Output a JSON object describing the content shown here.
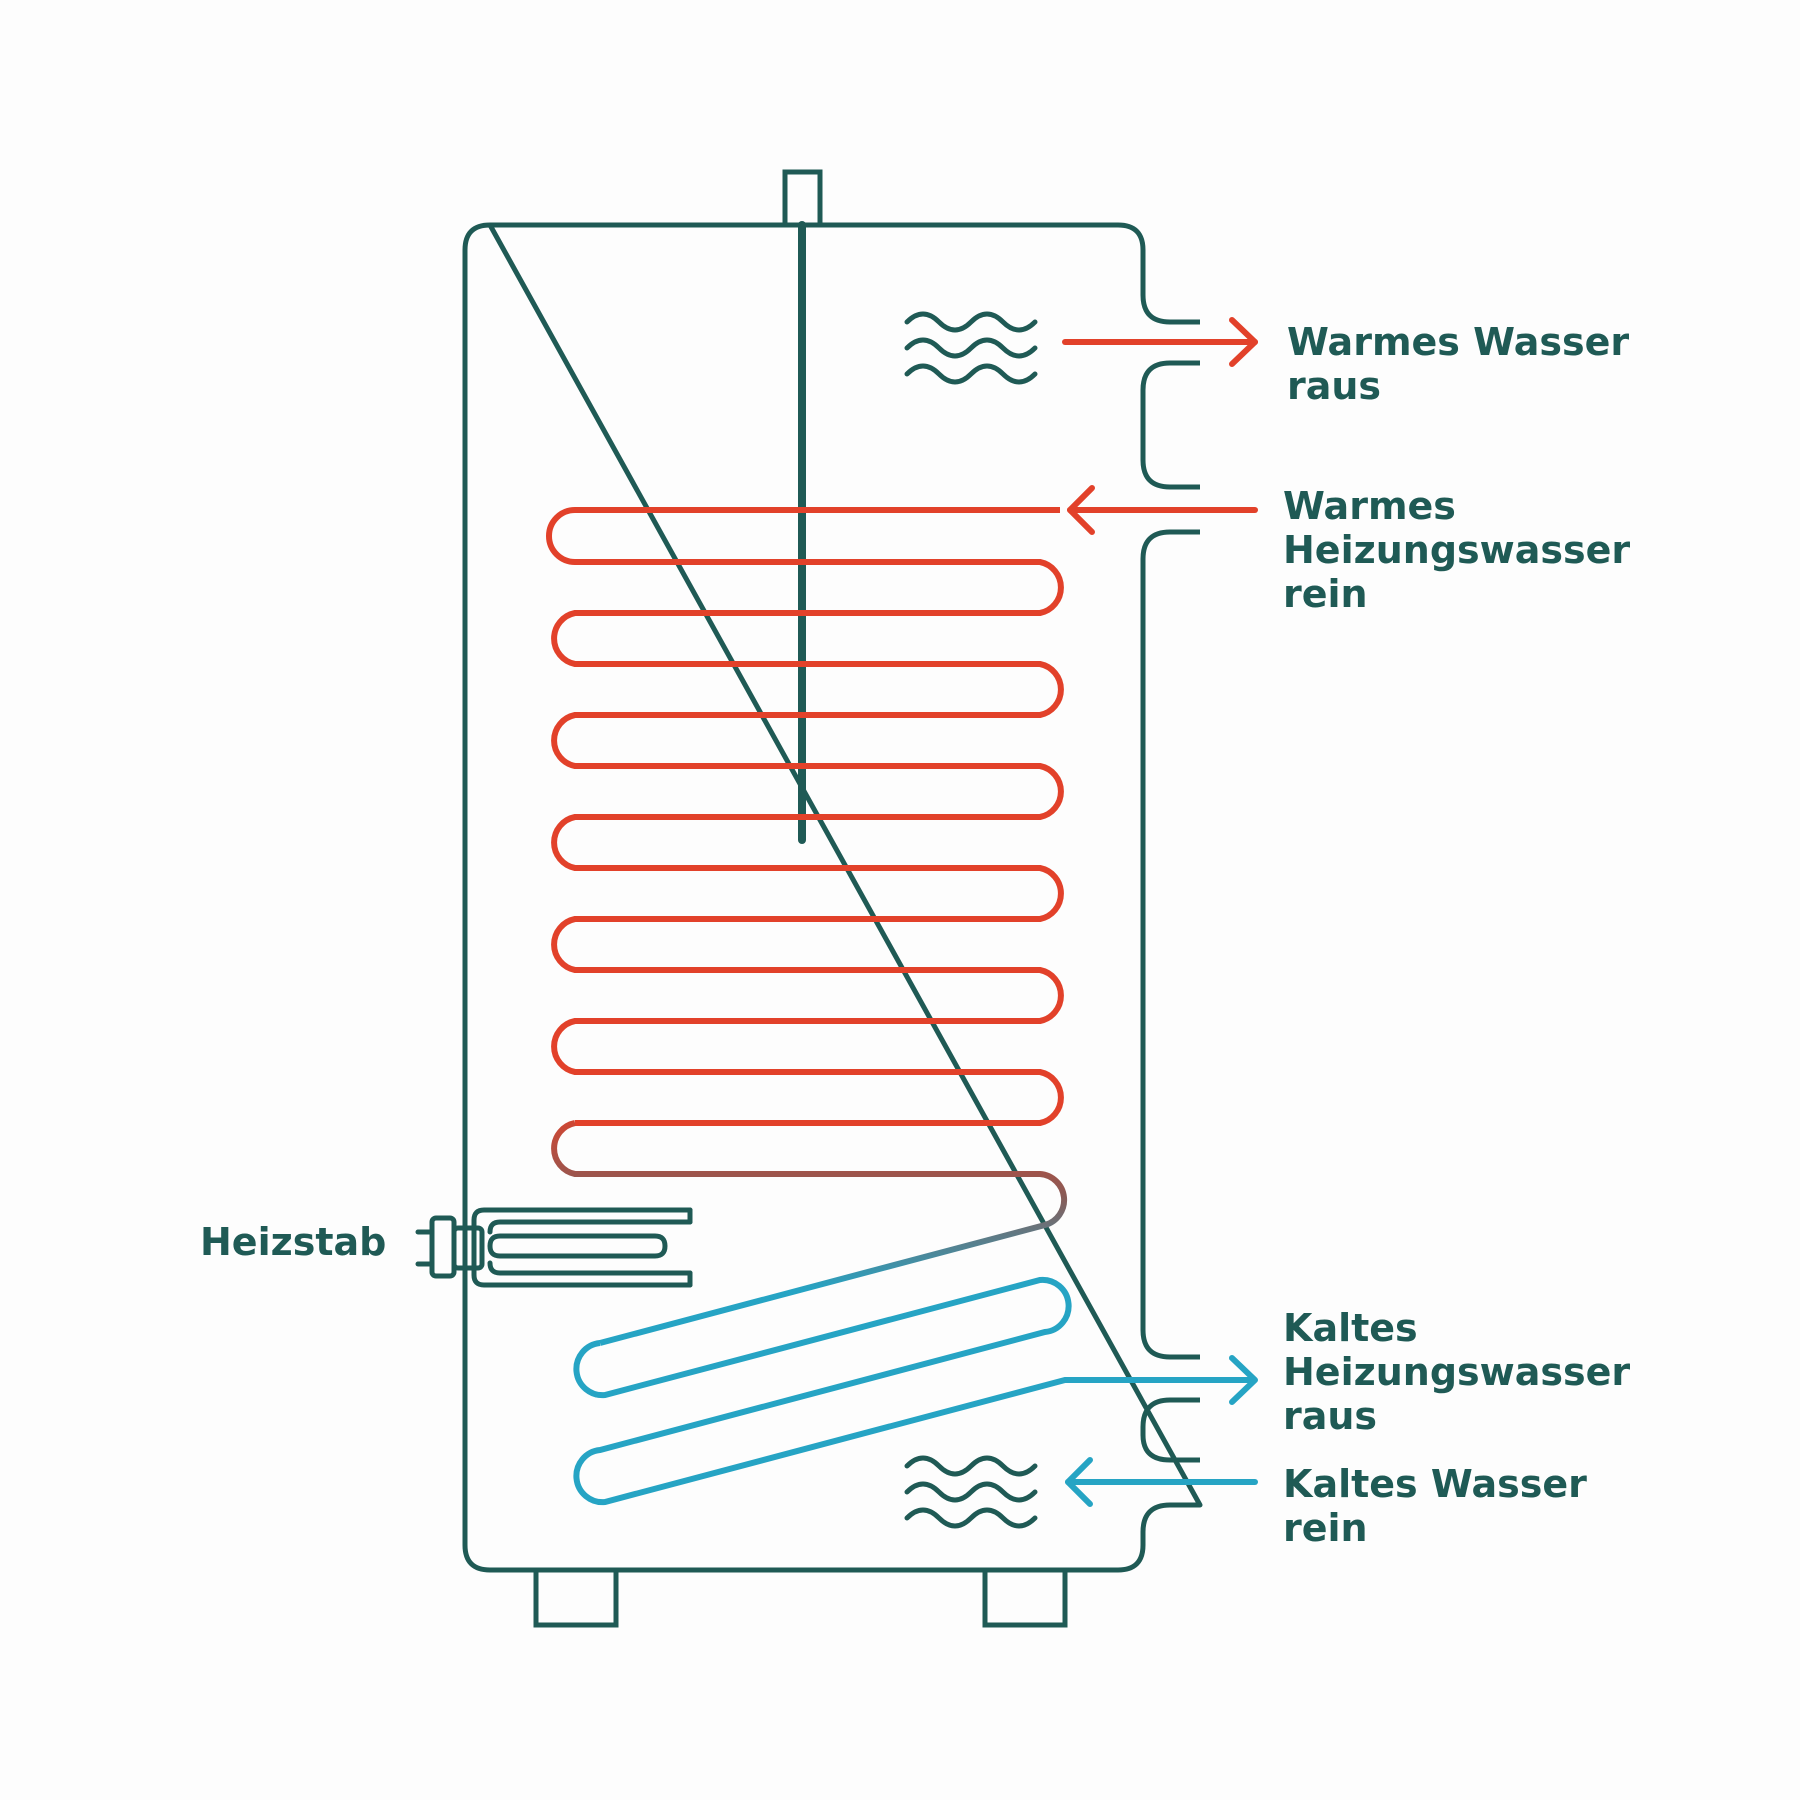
{
  "colors": {
    "outline": "#1f5a55",
    "hot": "#e2412a",
    "cold": "#26a4c4",
    "background": "#fdfdfd"
  },
  "labels": {
    "hot_out": [
      "Warmes Wasser",
      "raus"
    ],
    "heating_in": [
      "Warmes",
      "Heizungswasser",
      "rein"
    ],
    "heater": [
      "Heizstab"
    ],
    "heating_out": [
      "Kaltes",
      "Heizungswasser",
      "raus"
    ],
    "cold_in": [
      "Kaltes Wasser",
      "rein"
    ]
  },
  "icons": {
    "water_top": "water-waves-icon",
    "water_bottom": "water-waves-icon",
    "heater": "heating-rod-icon"
  }
}
